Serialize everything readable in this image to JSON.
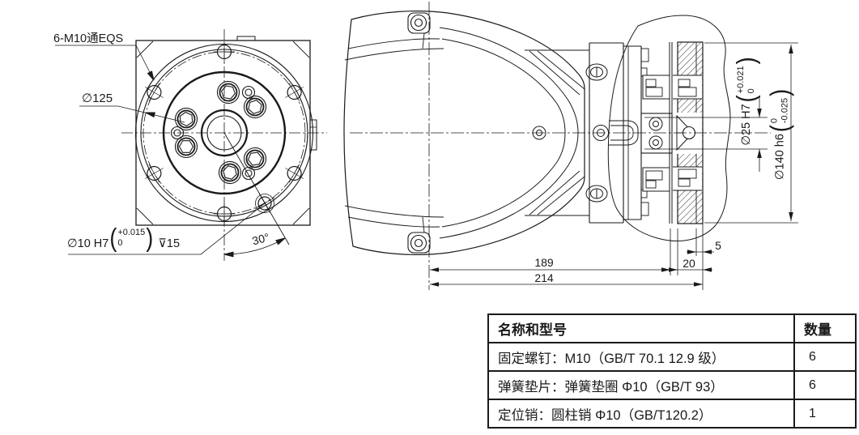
{
  "front_view": {
    "bolt_note": "6-M10通EQS",
    "bolt_circle_dia": "∅125",
    "pin_hole": {
      "dia": "∅10 H7",
      "tol_upper": "+0.015",
      "tol_lower": "0",
      "depth": "⊽15"
    },
    "angle": "30°"
  },
  "side_view": {
    "length_to_flange": "189",
    "length_total": "214",
    "flange_thickness": "20",
    "spigot_width": "5",
    "bore": {
      "dia": "∅25 H7",
      "tol_upper": "+0.021",
      "tol_lower": "0"
    },
    "flange_dia": {
      "dia": "∅140 h6",
      "tol_upper": "0",
      "tol_lower": "-0.025"
    }
  },
  "parts_table": {
    "header_name": "名称和型号",
    "header_qty": "数量",
    "rows": [
      {
        "name": "固定螺钉：M10（GB/T 70.1 12.9 级）",
        "qty": "6"
      },
      {
        "name": "弹簧垫片：弹簧垫圈 Φ10（GB/T 93）",
        "qty": "6"
      },
      {
        "name": "定位销：圆柱销 Φ10（GB/T120.2）",
        "qty": "1"
      }
    ]
  },
  "colors": {
    "line": "#1a1a1a",
    "background": "#ffffff"
  }
}
